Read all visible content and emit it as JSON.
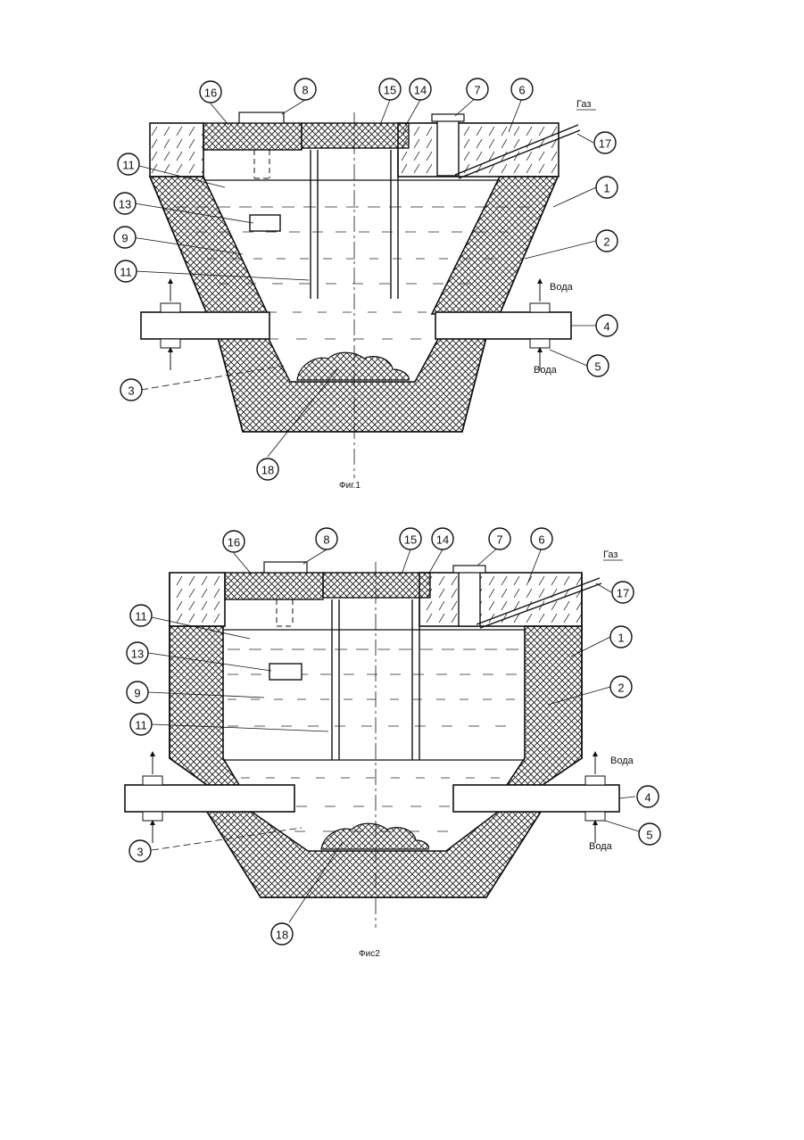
{
  "figures": [
    {
      "id": "fig1",
      "caption": "Фиг.1",
      "gas_label": "Газ",
      "water_top": "Вода",
      "water_bottom": "Вода",
      "callouts": [
        "16",
        "8",
        "15",
        "14",
        "7",
        "6",
        "17",
        "11",
        "1",
        "13",
        "2",
        "9",
        "11",
        "4",
        "5",
        "3",
        "18"
      ]
    },
    {
      "id": "fig2",
      "caption": "Фис2",
      "gas_label": "Газ",
      "water_top": "Вода",
      "water_bottom": "Вода",
      "callouts": [
        "16",
        "8",
        "15",
        "14",
        "7",
        "6",
        "17",
        "11",
        "1",
        "13",
        "2",
        "9",
        "11",
        "4",
        "5",
        "3",
        "18"
      ]
    }
  ],
  "colors": {
    "ink": "#111111",
    "paper": "#ffffff"
  }
}
